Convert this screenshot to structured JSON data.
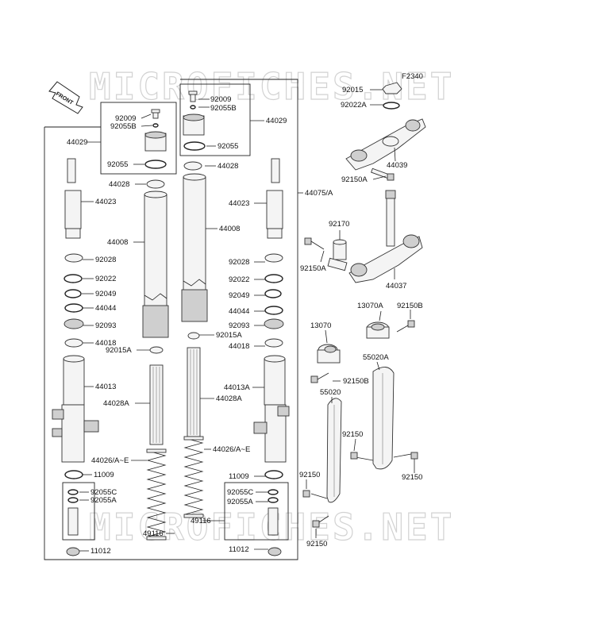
{
  "diagram_code": "F2340",
  "front_label": "FRONT",
  "watermark": "MICROFICHES.NET",
  "parts": {
    "p92015": "92015",
    "p92022A": "92022A",
    "p44039": "44039",
    "p92150A_top": "92150A",
    "p92170": "92170",
    "p92150A_left": "92150A",
    "p44037": "44037",
    "p13070A": "13070A",
    "p92150B_top": "92150B",
    "p13070": "13070",
    "p55020A": "55020A",
    "p92150B": "92150B",
    "p55020": "55020",
    "p92150_a": "92150",
    "p92150_b": "92150",
    "p92150_c": "92150",
    "p92150_d": "92150",
    "p44075A": "44075/A",
    "p92009_l": "92009",
    "p92055B_l": "92055B",
    "p44029_l": "44029",
    "p92055_l": "92055",
    "p92009_r": "92009",
    "p92055B_r": "92055B",
    "p44029_r": "44029",
    "p92055_r": "92055",
    "p44028_l": "44028",
    "p44028_r": "44028",
    "p44023_l": "44023",
    "p44023_r": "44023",
    "p44008_l": "44008",
    "p44008_r": "44008",
    "p92028_l": "92028",
    "p92028_r": "92028",
    "p92022_l": "92022",
    "p92022_r": "92022",
    "p92049_l": "92049",
    "p92049_r": "92049",
    "p44044_l": "44044",
    "p44044_r": "44044",
    "p92093_l": "92093",
    "p92093_r": "92093",
    "p92015A_r": "92015A",
    "p44018_l": "44018",
    "p44018_r": "44018",
    "p92015A_l": "92015A",
    "p44013_l": "44013",
    "p44013A_r": "44013A",
    "p44028A_l": "44028A",
    "p44028A_r": "44028A",
    "p44026_l": "44026/A~E",
    "p44026_r": "44026/A~E",
    "p11009_l": "11009",
    "p11009_r": "11009",
    "p92055C_l": "92055C",
    "p92055A_l": "92055A",
    "p92055C_r": "92055C",
    "p92055A_r": "92055A",
    "p49116_l": "49116",
    "p49116_r": "49116",
    "p11012_l": "11012",
    "p11012_r": "11012"
  }
}
